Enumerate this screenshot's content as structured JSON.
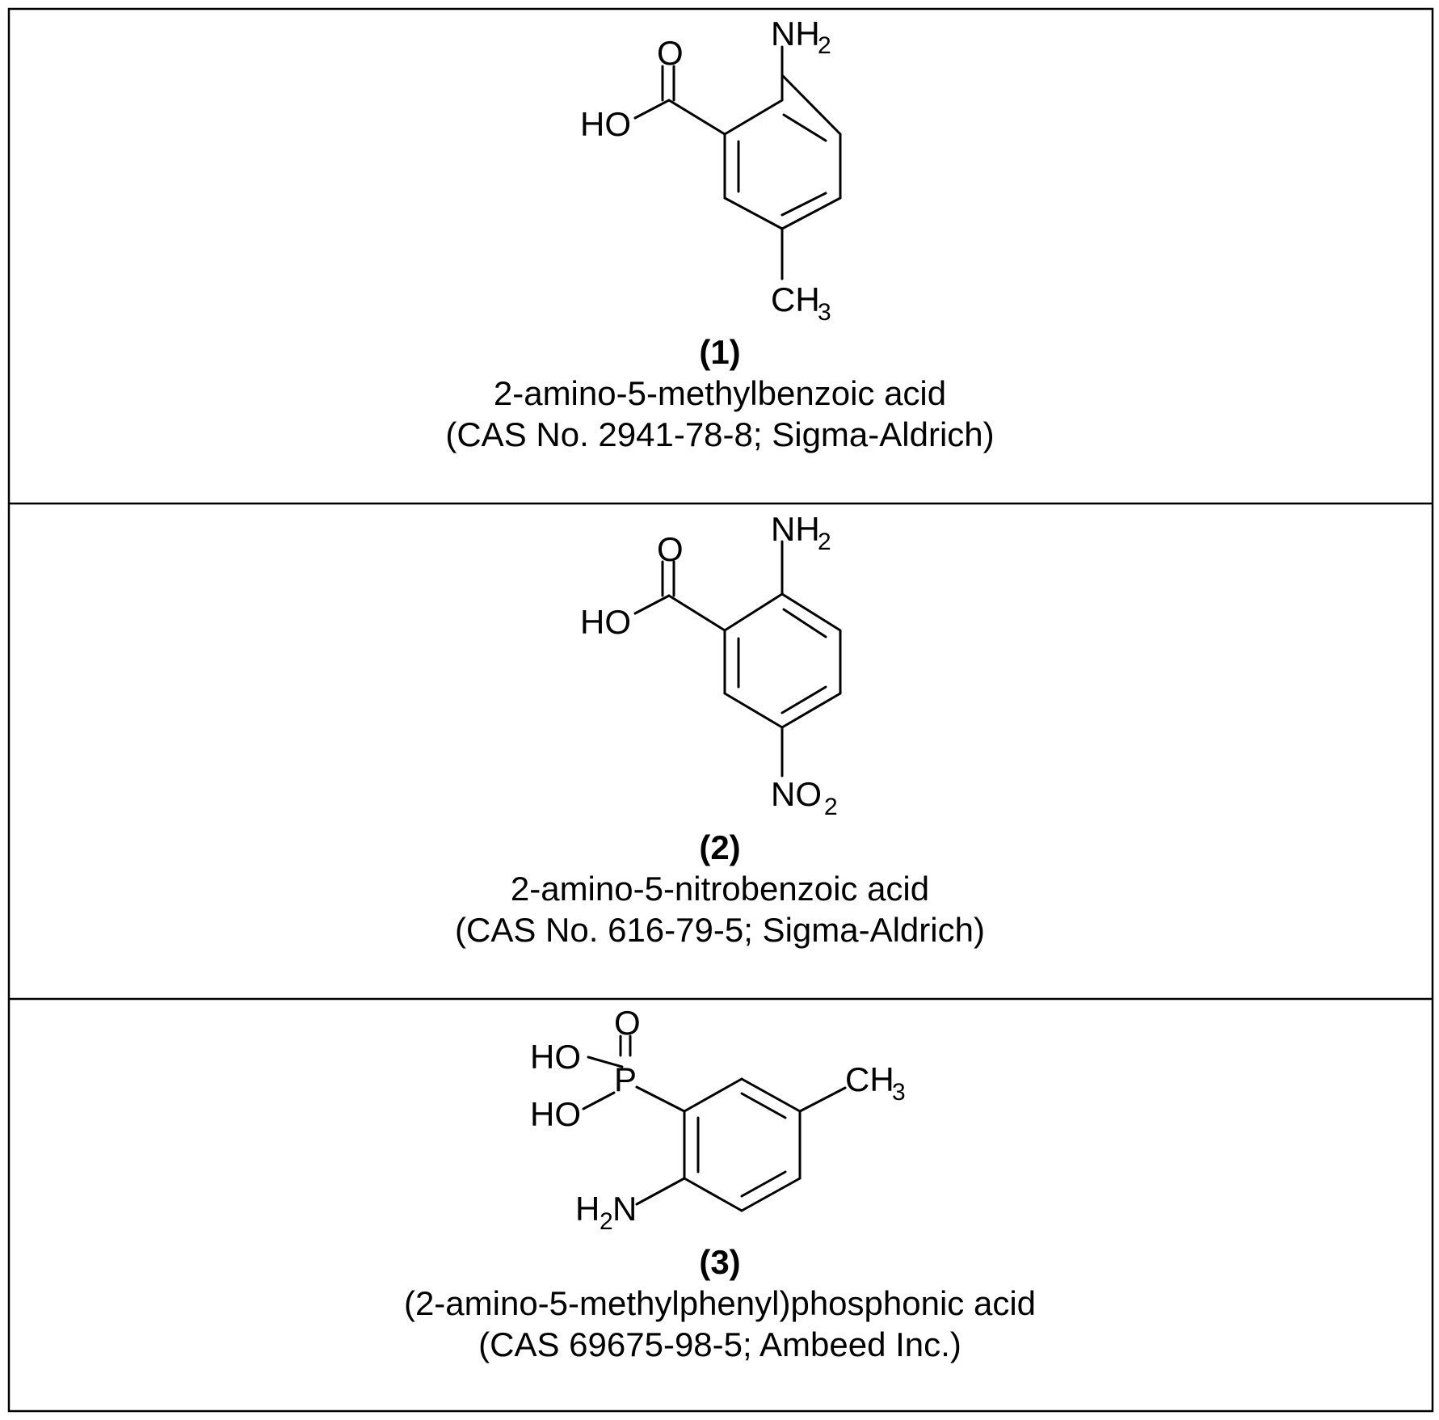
{
  "compounds": [
    {
      "number": "(1)",
      "name": "2-amino-5-methylbenzoic acid",
      "source": "(CAS No. 2941-78-8; Sigma-Aldrich)",
      "labels": {
        "o": "O",
        "ho": "HO",
        "nh": "NH",
        "nh_sub": "2",
        "ch": "CH",
        "ch_sub": "3"
      }
    },
    {
      "number": "(2)",
      "name": "2-amino-5-nitrobenzoic acid",
      "source": "(CAS No. 616-79-5; Sigma-Aldrich)",
      "labels": {
        "o": "O",
        "ho": "HO",
        "nh": "NH",
        "nh_sub": "2",
        "no": "NO",
        "no_sub": "2"
      }
    },
    {
      "number": "(3)",
      "name": "(2-amino-5-methylphenyl)phosphonic acid",
      "source": "(CAS 69675-98-5; Ambeed Inc.)",
      "labels": {
        "o": "O",
        "ho1": "HO",
        "ho2": "HO",
        "p": "P",
        "ch": "CH",
        "ch_sub": "3",
        "h": "H",
        "h_sub": "2",
        "n": "N"
      }
    }
  ]
}
